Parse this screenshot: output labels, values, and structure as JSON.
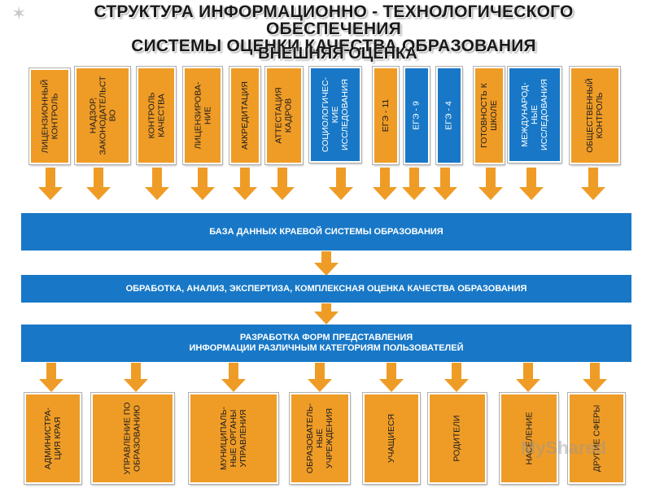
{
  "title_line1": "СТРУКТУРА ИНФОРМАЦИОННО - ТЕХНОЛОГИЧЕСКОГО ОБЕСПЕЧЕНИЯ",
  "title_line2": "СИСТЕМЫ ОЦЕНКИ КАЧЕСТВА ОБРАЗОВАНИЯ",
  "subtitle": "ВНЕШНЯЯ ОЦЕНКА",
  "colors": {
    "orange": "#ef9c27",
    "blue": "#1878c7",
    "white": "#ffffff"
  },
  "top_boxes": [
    {
      "label": "ЛИЦЕНЗИОННЫЙ\nКОНТРОЛЬ",
      "color": "orange"
    },
    {
      "label": "НАДЗОР,\nЗАКОНОДАТЕЛЬСТ\nВО",
      "color": "orange"
    },
    {
      "label": "КОНТРОЛЬ\nКАЧЕСТВА",
      "color": "orange"
    },
    {
      "label": "ЛИЦЕНЗИРОВА-\nНИЕ",
      "color": "orange"
    },
    {
      "label": "АККРЕДИТАЦИЯ",
      "color": "orange"
    },
    {
      "label": "АТТЕСТАЦИЯ\nКАДРОВ",
      "color": "orange"
    },
    {
      "label": "СОЦИОЛОГИЧЕС-\nКИЕ\nИССЛЕДОВАНИЯ",
      "color": "blue"
    },
    {
      "label": "ЕГЭ - 11",
      "color": "orange"
    },
    {
      "label": "ЕГЭ - 9",
      "color": "blue"
    },
    {
      "label": "ЕГЭ - 4",
      "color": "blue"
    },
    {
      "label": "ГОТОВНОСТЬ К\nШКОЛЕ",
      "color": "orange"
    },
    {
      "label": "МЕЖДУНАРОД-\nНЫЕ\nИССЛЕДОВАНИЯ",
      "color": "blue"
    },
    {
      "label": "ОБЩЕСТВЕННЫЙ\nКОНТРОЛЬ",
      "color": "orange"
    }
  ],
  "band_database": "БАЗА ДАННЫХ КРАЕВОЙ СИСТЕМЫ ОБРАЗОВАНИЯ",
  "band_processing": "ОБРАБОТКА, АНАЛИЗ, ЭКСПЕРТИЗА, КОМПЛЕКСНАЯ ОЦЕНКА КАЧЕСТВА ОБРАЗОВАНИЯ",
  "band_forms_line1": "РАЗРАБОТКА ФОРМ ПРЕДСТАВЛЕНИЯ",
  "band_forms_line2": "ИНФОРМАЦИИ РАЗЛИЧНЫМ КАТЕГОРИЯМ ПОЛЬЗОВАТЕЛЕЙ",
  "bottom_boxes": [
    {
      "label": "АДМИНИСТРА-\nЦИЯ КРАЯ"
    },
    {
      "label": "УПРАВЛЕНИЕ ПО\nОБРАЗОВАНИЮ"
    },
    {
      "label": "МУНИЦИПАЛЬ-\nНЫЕ ОРГАНЫ\nУПРАВЛЕНИЯ"
    },
    {
      "label": "ОБРАЗОВАТЕЛЬ-\nНЫЕ\nУЧРЕЖДЕНИЯ"
    },
    {
      "label": "УЧАЩИЕСЯ"
    },
    {
      "label": "РОДИТЕЛИ"
    },
    {
      "label": "НАСЕЛЕНИЕ"
    },
    {
      "label": "ДРУГИЕ СФЕРЫ"
    }
  ],
  "watermark": "MyShared"
}
